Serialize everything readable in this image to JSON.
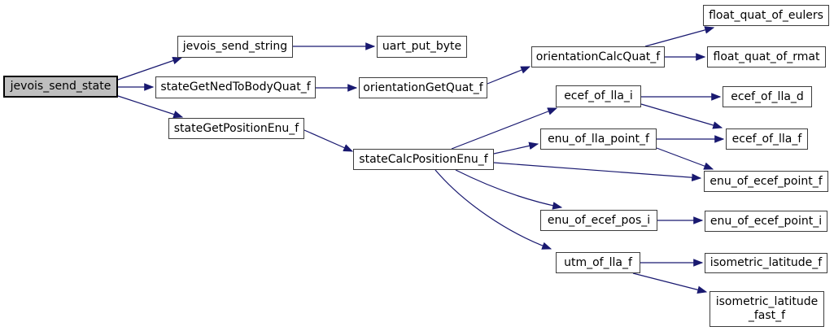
{
  "diagram": {
    "kind": "call-graph",
    "background_color": "#ffffff",
    "edge_color": "#191970",
    "node_border_color": "#3d3d3d",
    "highlight_fill_color": "#bfbfbf",
    "nodes": [
      {
        "id": "jevois_send_state",
        "label": "jevois_send_state",
        "highlighted": true
      },
      {
        "id": "jevois_send_string",
        "label": "jevois_send_string",
        "highlighted": false
      },
      {
        "id": "stateGetNedToBodyQuat_f",
        "label": "stateGetNedToBodyQuat_f",
        "highlighted": false
      },
      {
        "id": "stateGetPositionEnu_f",
        "label": "stateGetPositionEnu_f",
        "highlighted": false
      },
      {
        "id": "uart_put_byte",
        "label": "uart_put_byte",
        "highlighted": false
      },
      {
        "id": "orientationGetQuat_f",
        "label": "orientationGetQuat_f",
        "highlighted": false
      },
      {
        "id": "orientationCalcQuat_f",
        "label": "orientationCalcQuat_f",
        "highlighted": false
      },
      {
        "id": "float_quat_of_eulers",
        "label": "float_quat_of_eulers",
        "highlighted": false
      },
      {
        "id": "float_quat_of_rmat",
        "label": "float_quat_of_rmat",
        "highlighted": false
      },
      {
        "id": "ecef_of_lla_i",
        "label": "ecef_of_lla_i",
        "highlighted": false
      },
      {
        "id": "ecef_of_lla_d",
        "label": "ecef_of_lla_d",
        "highlighted": false
      },
      {
        "id": "enu_of_lla_point_f",
        "label": "enu_of_lla_point_f",
        "highlighted": false
      },
      {
        "id": "ecef_of_lla_f",
        "label": "ecef_of_lla_f",
        "highlighted": false
      },
      {
        "id": "enu_of_ecef_point_f",
        "label": "enu_of_ecef_point_f",
        "highlighted": false
      },
      {
        "id": "stateCalcPositionEnu_f",
        "label": "stateCalcPositionEnu_f",
        "highlighted": false
      },
      {
        "id": "enu_of_ecef_pos_i",
        "label": "enu_of_ecef_pos_i",
        "highlighted": false
      },
      {
        "id": "enu_of_ecef_point_i",
        "label": "enu_of_ecef_point_i",
        "highlighted": false
      },
      {
        "id": "utm_of_lla_f",
        "label": "utm_of_lla_f",
        "highlighted": false
      },
      {
        "id": "isometric_latitude_f",
        "label": "isometric_latitude_f",
        "highlighted": false
      },
      {
        "id": "isometric_latitude_fast_f",
        "label": "isometric_latitude_fast_f",
        "lines": [
          "isometric_latitude",
          "_fast_f"
        ],
        "highlighted": false
      }
    ],
    "edges": [
      {
        "from": "jevois_send_state",
        "to": "jevois_send_string"
      },
      {
        "from": "jevois_send_state",
        "to": "stateGetNedToBodyQuat_f"
      },
      {
        "from": "jevois_send_state",
        "to": "stateGetPositionEnu_f"
      },
      {
        "from": "jevois_send_string",
        "to": "uart_put_byte"
      },
      {
        "from": "stateGetNedToBodyQuat_f",
        "to": "orientationGetQuat_f"
      },
      {
        "from": "orientationGetQuat_f",
        "to": "orientationCalcQuat_f"
      },
      {
        "from": "orientationCalcQuat_f",
        "to": "float_quat_of_eulers"
      },
      {
        "from": "orientationCalcQuat_f",
        "to": "float_quat_of_rmat"
      },
      {
        "from": "stateGetPositionEnu_f",
        "to": "stateCalcPositionEnu_f"
      },
      {
        "from": "stateCalcPositionEnu_f",
        "to": "ecef_of_lla_i"
      },
      {
        "from": "stateCalcPositionEnu_f",
        "to": "enu_of_lla_point_f"
      },
      {
        "from": "stateCalcPositionEnu_f",
        "to": "enu_of_ecef_point_f"
      },
      {
        "from": "stateCalcPositionEnu_f",
        "to": "enu_of_ecef_pos_i"
      },
      {
        "from": "stateCalcPositionEnu_f",
        "to": "utm_of_lla_f"
      },
      {
        "from": "ecef_of_lla_i",
        "to": "ecef_of_lla_d"
      },
      {
        "from": "ecef_of_lla_i",
        "to": "ecef_of_lla_f"
      },
      {
        "from": "enu_of_lla_point_f",
        "to": "ecef_of_lla_f"
      },
      {
        "from": "enu_of_lla_point_f",
        "to": "enu_of_ecef_point_f"
      },
      {
        "from": "enu_of_ecef_pos_i",
        "to": "enu_of_ecef_point_i"
      },
      {
        "from": "utm_of_lla_f",
        "to": "isometric_latitude_f"
      },
      {
        "from": "utm_of_lla_f",
        "to": "isometric_latitude_fast_f"
      }
    ]
  }
}
